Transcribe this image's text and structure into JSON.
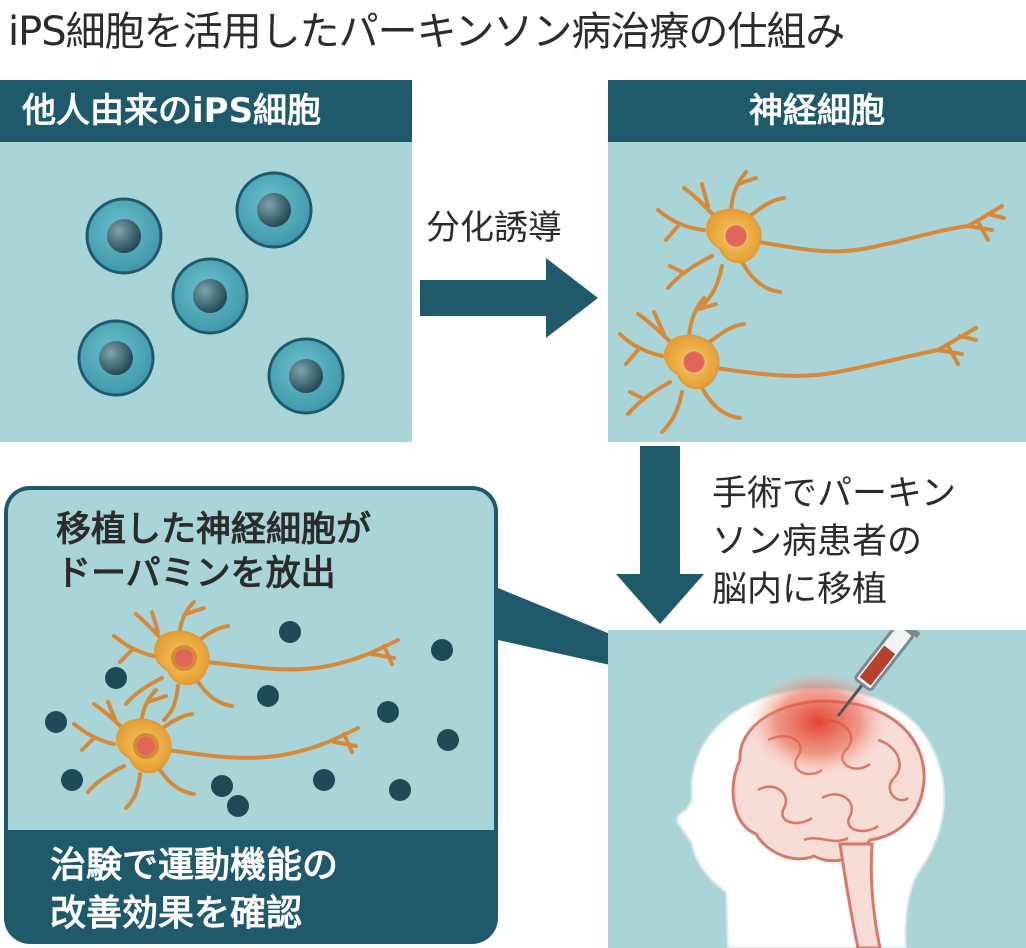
{
  "title": "iPS細胞を活用したパーキンソン病治療の仕組み",
  "panels": {
    "ips": {
      "header": "他人由来のiPS細胞"
    },
    "neuron": {
      "header": "神経細胞"
    }
  },
  "arrows": {
    "differentiation": "分化誘導",
    "surgery_lines": [
      "手術でパーキ",
      "ン",
      "ソン病患者の",
      "脳内に移植"
    ]
  },
  "result": {
    "top_lines": [
      "移植した神経細胞が",
      "ドーパミンを放出"
    ],
    "bottom_lines": [
      "治験で運動機能の",
      "改善効果を確認"
    ]
  },
  "colors": {
    "panel_bg": "#a9d5d9",
    "dark_teal": "#1f5a6c",
    "neuron": "#e8a93a",
    "nucleus": "#e0665a",
    "dopamine": "#1d4a57"
  }
}
